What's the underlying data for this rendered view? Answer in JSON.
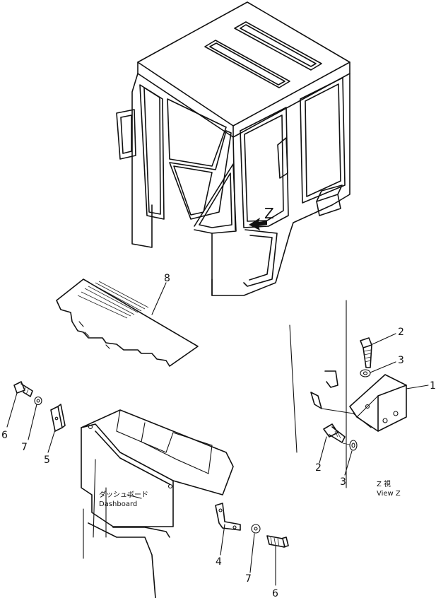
{
  "callouts": {
    "c1": "1",
    "c2a": "2",
    "c2b": "2",
    "c3a": "3",
    "c3b": "3",
    "c4": "4",
    "c5": "5",
    "c6a": "6",
    "c6b": "6",
    "c7a": "7",
    "c7b": "7",
    "c8": "8"
  },
  "view_marker": "Z",
  "view_caption": {
    "jp": "Z 視",
    "en": "View Z"
  },
  "dashboard_label": {
    "jp": "ダッシュボード",
    "en": "Dashboard"
  }
}
